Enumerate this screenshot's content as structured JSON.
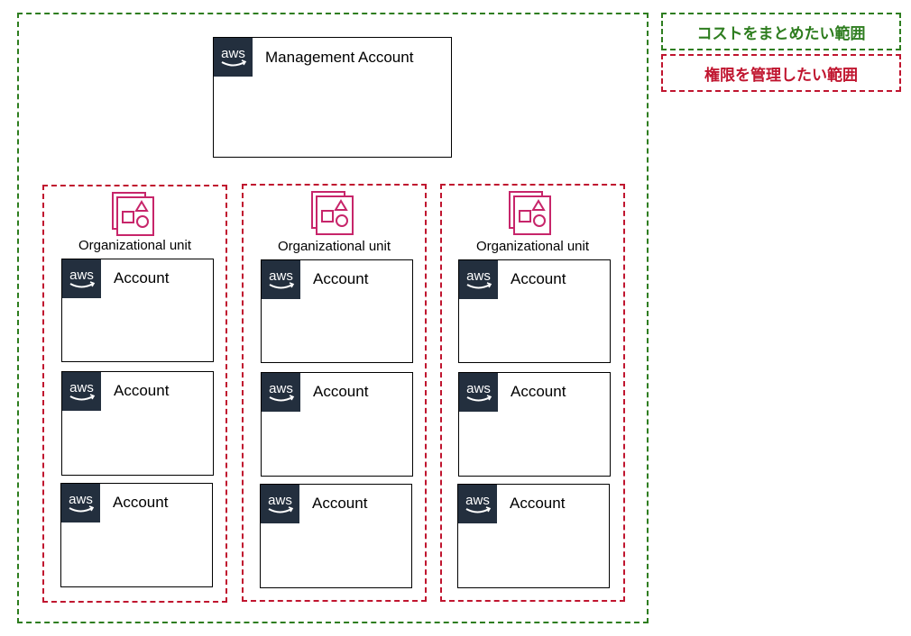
{
  "legend": {
    "cost_scope": "コストをまとめたい範囲",
    "permission_scope": "権限を管理したい範囲"
  },
  "management_account": {
    "label": "Management Account"
  },
  "organizational_units": [
    {
      "label": "Organizational unit",
      "accounts": [
        "Account",
        "Account",
        "Account"
      ]
    },
    {
      "label": "Organizational unit",
      "accounts": [
        "Account",
        "Account",
        "Account"
      ]
    },
    {
      "label": "Organizational unit",
      "accounts": [
        "Account",
        "Account",
        "Account"
      ]
    }
  ],
  "logo_text": "aws",
  "colors": {
    "cost_scope": "#2e7d1f",
    "permission_scope": "#c0152f",
    "aws_logo_bg": "#232f3e",
    "aws_smile": "#ffffff",
    "ou_icon": "#c7256a"
  },
  "icons": {
    "aws_logo": "aws-logo-icon",
    "ou_icon": "organizational-unit-icon"
  }
}
